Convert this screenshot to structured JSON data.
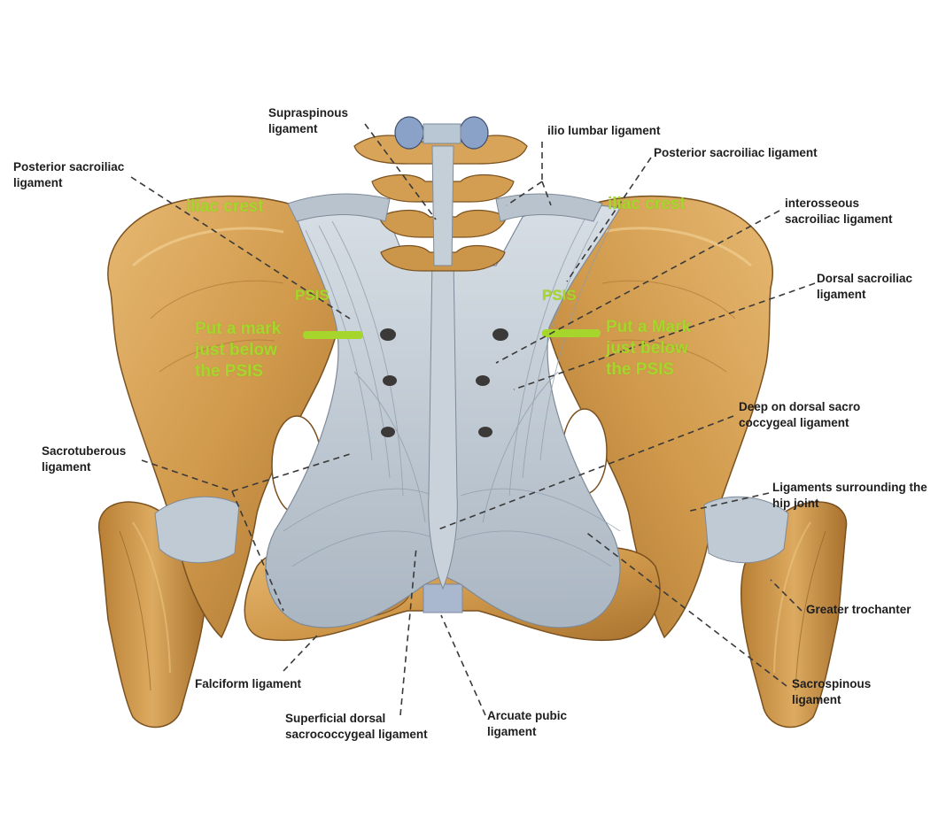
{
  "colors": {
    "bone": "#d19a4c",
    "bone_dark": "#9c6a2a",
    "bone_light": "#e8bf7c",
    "ligament": "#c3cdd6",
    "ligament_dark": "#8e9ba8",
    "highlight": "#a6d62c",
    "leader": "#3a3a3a",
    "label_text": "#1e1e1e"
  },
  "labels": {
    "supraspinous": "Supraspinous\nligament",
    "ilio_lumbar": "ilio lumbar ligament",
    "posterior_sacroiliac_right": "Posterior sacroiliac ligament",
    "posterior_sacroiliac_left": "Posterior sacroiliac\nligament",
    "interosseous": "interosseous\nsacroiliac ligament",
    "dorsal_sacroiliac": "Dorsal sacroiliac\nligament",
    "deep_dorsal_sacrococcygeal": "Deep on dorsal sacro\ncoccygeal ligament",
    "sacrotuberous": "Sacrotuberous\nligament",
    "hip_joint_ligaments": "Ligaments surrounding the\nhip joint",
    "greater_trochanter": "Greater trochanter",
    "sacrospinous": "Sacrospinous\nligament",
    "falciform": "Falciform ligament",
    "superficial_dorsal_sacrococcygeal": "Superficial dorsal\nsacrococcygeal ligament",
    "arcuate_pubic": "Arcuate pubic\nligament"
  },
  "annotations": {
    "iliac_crest_left": "iliac crest",
    "iliac_crest_right": "iliac crest",
    "psis_left": "PSIS",
    "psis_right": "PSIS",
    "mark_left": "Put a mark\njust below\nthe PSIS",
    "mark_right": "Put a Mark\njust below\nthe PSIS"
  }
}
